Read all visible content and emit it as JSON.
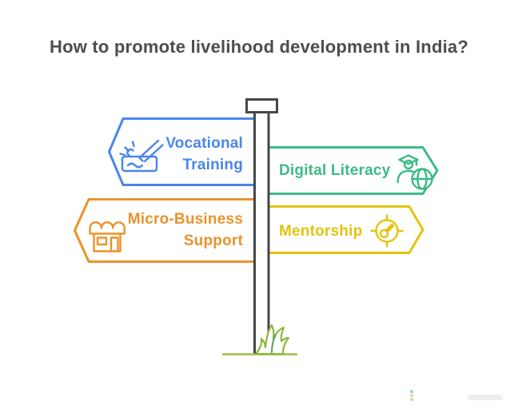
{
  "title": "How to promote livelihood development in India?",
  "signs": {
    "vocational": {
      "label": "Vocational Training",
      "line1": "Vocational",
      "line2": "Training",
      "direction": "left",
      "icon": "engraving-tool-icon",
      "color": "#4a86e8"
    },
    "digital": {
      "label": "Digital Literacy",
      "direction": "right",
      "icon": "graduate-globe-icon",
      "color": "#3cba85"
    },
    "micro": {
      "label": "Micro-Business Support",
      "line1": "Micro-Business",
      "line2": "Support",
      "direction": "left",
      "icon": "storefront-icon",
      "color": "#e8932c"
    },
    "mentorship": {
      "label": "Mentorship",
      "direction": "right",
      "icon": "compass-icon",
      "color": "#e2c40e"
    }
  },
  "colors": {
    "blue": "#4a86e8",
    "green": "#3cba85",
    "orange": "#e8932c",
    "yellow": "#e2c40e",
    "pole": "#474747",
    "title": "#4d4d4d",
    "ground": "#9bbf3f",
    "grass": "#8bb63a"
  }
}
